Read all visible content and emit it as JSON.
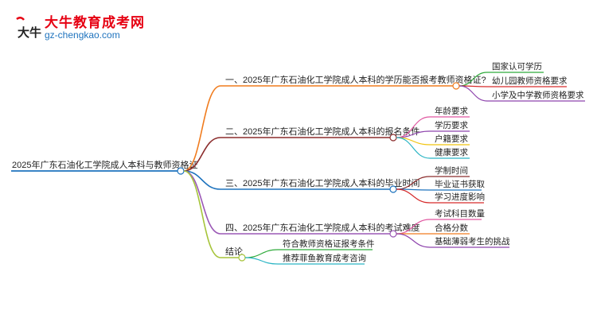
{
  "brand": {
    "logo_icon": "ox-logo-icon",
    "logo_glyph": "大牛",
    "title": "大牛教育成考网",
    "url": "gz-chengkao.com"
  },
  "colors": {
    "root": "#1e73be",
    "branch1": "#f07b1d",
    "branch2": "#8b2c2c",
    "branch3": "#1e73be",
    "branch4": "#9b59b6",
    "branch5": "#a6c43a",
    "leaf_green": "#2eaa3a",
    "leaf_red": "#d62b2b",
    "leaf_purple": "#8e44ad",
    "leaf_pink": "#e056a0",
    "leaf_yellow": "#f1c40f",
    "leaf_teal": "#2bb5c4",
    "leaf_brown": "#8b2c2c",
    "leaf_blue": "#1e73be",
    "leaf_orange": "#f07b1d"
  },
  "root": {
    "label": "2025年广东石油化工学院成人本科与教师资格证"
  },
  "branches": [
    {
      "label": "一、2025年广东石油化工学院成人本科的学历能否报考教师资格证?",
      "leaves": [
        "国家认可学历",
        "幼儿园教师资格要求",
        "小学及中学教师资格要求"
      ]
    },
    {
      "label": "二、2025年广东石油化工学院成人本科的报名条件",
      "leaves": [
        "年龄要求",
        "学历要求",
        "户籍要求",
        "健康要求"
      ]
    },
    {
      "label": "三、2025年广东石油化工学院成人本科的毕业时间",
      "leaves": [
        "学制时间",
        "毕业证书获取",
        "学习进度影响"
      ]
    },
    {
      "label": "四、2025年广东石油化工学院成人本科的考试难度",
      "leaves": [
        "考试科目数量",
        "合格分数",
        "基础薄弱考生的挑战"
      ]
    },
    {
      "label": "结论",
      "leaves": [
        "符合教师资格证报考条件",
        "推荐菲鱼教育成考咨询"
      ]
    }
  ]
}
